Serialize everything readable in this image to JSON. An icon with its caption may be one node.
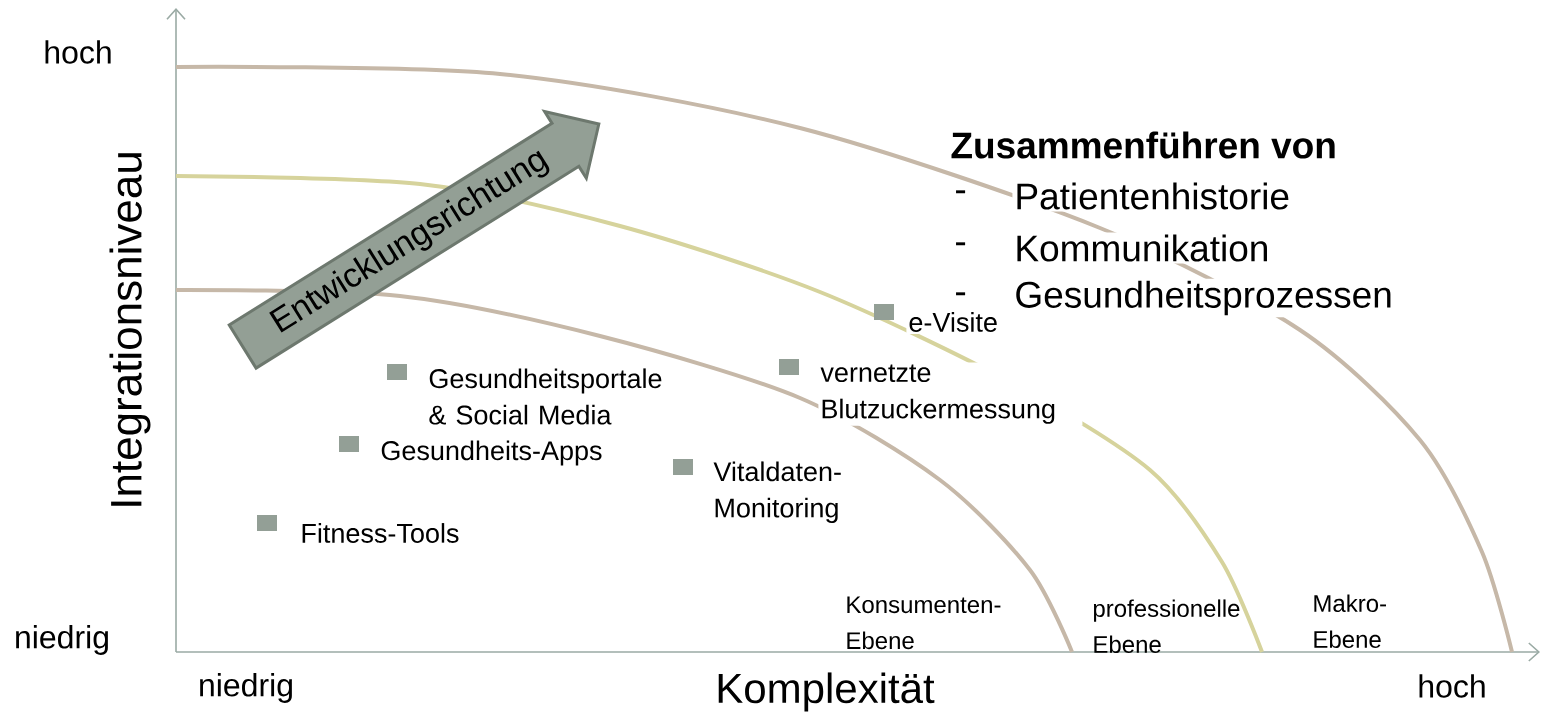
{
  "diagram": {
    "nodes": [
      {
        "text": [
          "Entwicklungsrichtung"
        ]
      }
    ],
    "labels": [
      "hoch",
      "Integrationsniveau",
      "Zusammenführen von",
      "-",
      "Patientenhistorie",
      "-",
      "Kommunikation",
      "-",
      "Gesundheitsprozessen",
      "e-Visite",
      "vernetzte Blutzuckermessung",
      "Gesundheitsportale & Social Media",
      "Gesundheits-Apps",
      "Vitaldaten- Monitoring",
      "Fitness-Tools",
      "Konsumenten- Ebene",
      "professionelle Ebene",
      "Makro- Ebene",
      "niedrig",
      "niedrig",
      "Komplexität",
      "hoch"
    ]
  }
}
